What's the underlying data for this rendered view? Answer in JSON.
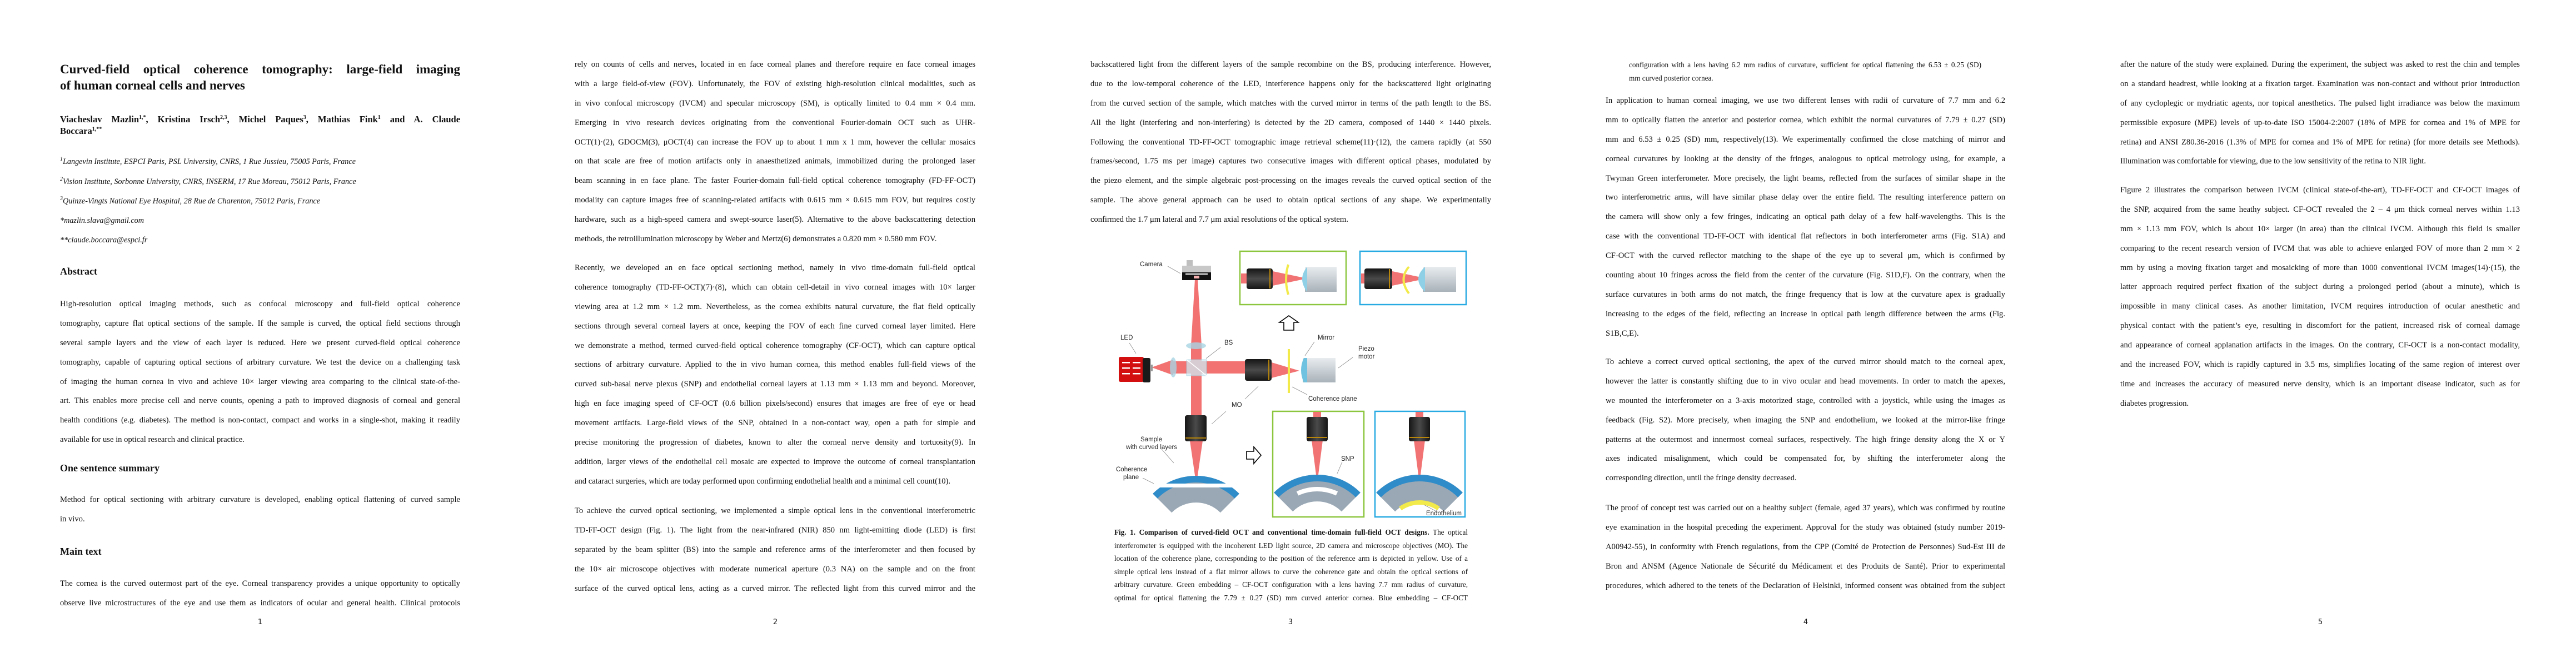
{
  "pages": {
    "p1": {
      "title": [
        "Curved-field optical coherence tomography: large-field imaging",
        "of human corneal cells and nerves"
      ],
      "authors": [
        {
          "name": "Viacheslav Mazlin",
          "sup": "1,*",
          "sep": ","
        },
        {
          "name": "Kristina Irsch",
          "sup": "2,3",
          "sep": ","
        },
        {
          "name": "Michel Paques",
          "sup": "3",
          "sep": ","
        },
        {
          "name": "Mathias Fink",
          "sup": "1",
          "sep": " and"
        },
        {
          "name": "A. Claude",
          "sup": "",
          "sep": ""
        },
        {
          "name": "Boccara",
          "sup": "1,**",
          "sep": ""
        }
      ],
      "affiliations": [
        {
          "sup": "1",
          "text": "Langevin Institute, ESPCI Paris, PSL University, CNRS, 1 Rue Jussieu, 75005 Paris, France"
        },
        {
          "sup": "2",
          "text": "Vision Institute, Sorbonne University, CNRS, INSERM, 17 Rue Moreau, 75012 Paris, France"
        },
        {
          "sup": "3",
          "text": "Quinze-Vingts National Eye Hospital, 28 Rue de Charenton, 75012 Paris, France"
        }
      ],
      "emails": [
        "*mazlin.slava@gmail.com",
        "**claude.boccara@espci.fr"
      ],
      "abstract_heading": "Abstract",
      "abstract": [
        "High-resolution optical imaging methods, such as confocal microscopy and full-field optical coherence",
        "tomography, capture flat optical sections of the sample. If the sample is curved, the optical field sections through",
        "several sample layers and the view of each layer is reduced. Here we present curved-field optical coherence",
        "tomography, capable of capturing optical sections of arbitrary curvature. We test the device on a challenging task",
        "of imaging the human cornea in vivo and achieve 10× larger viewing area comparing to the clinical state-of-the-",
        "art. This enables more precise cell and nerve counts, opening a path to improved diagnosis of corneal and general",
        "health conditions (e.g. diabetes). The method is non-contact, compact and works in a single-shot, making it readily",
        "available for use in optical research and clinical practice."
      ],
      "summary_heading": "One sentence summary",
      "summary": [
        "Method for optical sectioning with arbitrary curvature is developed, enabling optical flattening of curved sample",
        "in vivo."
      ],
      "main_heading": "Main text",
      "main": [
        "The cornea is the curved outermost part of the eye. Corneal transparency provides a unique opportunity to optically",
        "observe live microstructures of the eye and use them as indicators of ocular and general health. Clinical protocols"
      ],
      "page_number": "1"
    },
    "p2": {
      "para1": [
        "rely on counts of cells and nerves, located in en face corneal planes and therefore require en face corneal images",
        "with a large field-of-view (FOV). Unfortunately, the FOV of existing high-resolution clinical modalities, such as",
        "in vivo confocal microscopy (IVCM) and specular microscopy (SM), is optically limited to 0.4 mm × 0.4 mm.",
        "Emerging in vivo research devices originating from the conventional Fourier-domain OCT such as UHR-",
        "OCT(1)·(2), GDOCM(3), μOCT(4) can increase the FOV up to about 1 mm x 1 mm, however the cellular mosaics",
        "on that scale are free of motion artifacts only in anaesthetized animals, immobilized during the prolonged laser",
        "beam scanning in en face plane. The faster Fourier-domain full-field optical coherence tomography (FD-FF-OCT)",
        "modality can capture images free of scanning-related artifacts with 0.615 mm × 0.615 mm FOV, but requires costly",
        "hardware, such as a high-speed camera and swept-source laser(5). Alternative to the above backscattering detection",
        "methods, the retroillumination microscopy by Weber and Mertz(6) demonstrates a 0.820 mm × 0.580 mm FOV."
      ],
      "para2": [
        "Recently, we developed an en face optical sectioning method, namely in vivo time-domain full-field optical",
        "coherence tomography (TD-FF-OCT)(7)·(8), which can obtain cell-detail in vivo corneal images with 10× larger",
        "viewing area at 1.2 mm × 1.2 mm. Nevertheless, as the cornea exhibits natural curvature, the flat field optically",
        "sections through several corneal layers at once, keeping the FOV of each fine curved corneal layer limited. Here",
        "we demonstrate a method, termed curved-field optical coherence tomography (CF-OCT), which can capture optical",
        "sections of arbitrary curvature. Applied to the in vivo human cornea, this method enables full-field views of the",
        "curved sub-basal nerve plexus (SNP) and endothelial corneal layers at 1.13 mm × 1.13 mm and beyond. Moreover,",
        "high en face imaging speed of CF-OCT (0.6 billion pixels/second) ensures that images are free of eye or head",
        "movement artifacts. Large-field views of the SNP, obtained in a non-contact way, open a path for simple and",
        "precise monitoring the progression of diabetes, known to alter the corneal nerve density and tortuosity(9). In",
        "addition, larger views of the endothelial cell mosaic are expected to improve the outcome of corneal transplantation",
        "and cataract surgeries, which are today performed upon confirming endothelial health and a minimal cell count(10)."
      ],
      "para3": [
        "To achieve the curved optical sectioning, we implemented a simple optical lens in the conventional interferometric",
        "TD-FF-OCT design (Fig. 1). The light from the near-infrared (NIR) 850 nm light-emitting diode (LED) is first",
        "separated by the beam splitter (BS) into the sample and reference arms of the interferometer and then focused by",
        "the 10× air microscope objectives with moderate numerical aperture (0.3 NA) on the sample and on the front",
        "surface of the curved optical lens, acting as a curved mirror. The reflected light from this curved mirror and the"
      ],
      "page_number": "2"
    },
    "p3": {
      "para1": [
        "backscattered light from the different layers of the sample recombine on the BS, producing interference. However,",
        "due to the low-temporal coherence of the LED, interference happens only for the backscattered light originating",
        "from the curved section of the sample, which matches with the curved mirror in terms of the path length to the BS.",
        "All the light (interfering and non-interfering) is detected by the 2D camera, composed of 1440 × 1440 pixels.",
        "Following the conventional TD-FF-OCT tomographic image retrieval scheme(11)·(12), the camera rapidly (at 550",
        "frames/second, 1.75 ms per image) captures two consecutive images with different optical phases, modulated by",
        "the piezo element, and the simple algebraic post-processing on the images reveals the curved optical section of the",
        "sample. The above general approach can be used to obtain optical sections of any shape. We experimentally",
        "confirmed the 1.7 μm lateral and 7.7 μm axial resolutions of the optical system."
      ],
      "figure": {
        "labels": {
          "camera": "Camera",
          "led": "LED",
          "bs": "BS",
          "mirror": "Mirror",
          "piezo_1": "Piezo",
          "piezo_2": "motor",
          "coherence_plane": "Coherence plane",
          "mo": "MO",
          "sample_1": "Sample",
          "sample_2": "with curved layers",
          "coh_1": "Coherence",
          "coh_2": "plane",
          "snp": "SNP",
          "endothelium": "Endothelium"
        },
        "colors": {
          "green": "#8cc63f",
          "blue": "#27a9e1",
          "yellow": "#f2ea4a",
          "beam": "#f05a5a"
        }
      },
      "caption_bold": "Fig. 1. Comparison of curved-field OCT and conventional time-domain full-field OCT designs.",
      "caption_first_rest": " The optical",
      "caption": [
        "interferometer is equipped with the incoherent LED light source, 2D camera and microscope objectives (MO). The",
        "location of the coherence plane, corresponding to the position of the reference arm is depicted in yellow. Use of a",
        "simple optical lens instead of a flat mirror allows to curve the coherence gate and obtain the optical sections of",
        "arbitrary curvature. Green embedding – CF-OCT configuration with a lens having 7.7 mm radius of curvature,",
        "optimal for optical flattening the 7.79 ± 0.27 (SD) mm curved anterior cornea. Blue embedding – CF-OCT"
      ],
      "page_number": "3"
    },
    "p4": {
      "caption_cont": [
        "configuration with a lens having 6.2 mm radius of curvature, sufficient for optical flattening the 6.53 ± 0.25 (SD)",
        "mm curved posterior cornea."
      ],
      "para1": [
        "In application to human corneal imaging, we use two different lenses with radii of curvature of 7.7 mm and 6.2",
        "mm to optically flatten the anterior and posterior cornea, which exhibit the normal curvatures of 7.79 ± 0.27 (SD)",
        "mm and 6.53 ± 0.25 (SD) mm, respectively(13). We experimentally confirmed the close matching of mirror and",
        "corneal curvatures by looking at the density of the fringes, analogous to optical metrology using, for example, a",
        "Twyman Green interferometer. More precisely, the light beams, reflected from the surfaces of similar shape in the",
        "two interferometric arms, will have similar phase delay over the entire field. The resulting interference pattern on",
        "the camera will show only a few fringes, indicating an optical path delay of a few half-wavelengths. This is the",
        "case with the conventional TD-FF-OCT with identical flat reflectors in both interferometer arms (Fig. S1A) and",
        "CF-OCT with the curved reflector matching to the shape of the eye up to several μm, which is confirmed by",
        "counting about 10 fringes across the field from the center of the curvature (Fig. S1D,F). On the contrary, when the",
        "surface curvatures in both arms do not match, the fringe frequency that is low at the curvature apex is gradually",
        "increasing to the edges of the field, reflecting an increase in optical path length difference between the arms (Fig.",
        "S1B,C,E)."
      ],
      "para2": [
        "To achieve a correct curved optical sectioning, the apex of the curved mirror should match to the corneal apex,",
        "however the latter is constantly shifting due to in vivo ocular and head movements. In order to match the apexes,",
        "we mounted the interferometer on a 3-axis motorized stage, controlled with a joystick, while using the images as",
        "feedback (Fig. S2). More precisely, when imaging the SNP and endothelium, we looked at the mirror-like fringe",
        "patterns at the outermost and innermost corneal surfaces, respectively. The high fringe density along the X or Y",
        "axes indicated misalignment, which could be compensated for, by shifting the interferometer along the",
        "corresponding direction, until the fringe density decreased."
      ],
      "para3": [
        "The proof of concept test was carried out on a healthy subject (female, aged 37 years), which was confirmed by routine",
        "eye examination in the hospital preceding the experiment. Approval for the study was obtained (study number 2019-",
        "A00942-55), in conformity with French regulations, from the CPP (Comité de Protection de Personnes) Sud-Est III de",
        "Bron and ANSM (Agence Nationale de Sécurité du Médicament et des Produits de Santé). Prior to experimental",
        "procedures, which adhered to the tenets of the Declaration of Helsinki, informed consent was obtained from the subject"
      ],
      "page_number": "4"
    },
    "p5": {
      "para1": [
        "after the nature of the study were explained. During the experiment, the subject was asked to rest the chin and temples",
        "on a standard headrest, while looking at a fixation target. Examination was non-contact and without prior introduction",
        "of any cycloplegic or mydriatic agents, nor topical anesthetics. The pulsed light irradiance was below the maximum",
        "permissible exposure (MPE) levels of up-to-date ISO 15004-2:2007 (18% of MPE for cornea and 1% of MPE for",
        "retina) and ANSI Z80.36-2016 (1.3% of MPE for cornea and 1% of MPE for retina) (for more details see Methods).",
        "Illumination was comfortable for viewing, due to the low sensitivity of the retina to NIR light."
      ],
      "para2": [
        "Figure 2 illustrates the comparison between IVCM (clinical state-of-the-art), TD-FF-OCT and CF-OCT images of",
        "the SNP, acquired from the same heathy subject. CF-OCT revealed the 2 – 4 μm thick corneal nerves within 1.13",
        "mm × 1.13 mm FOV, which is about 10× larger (in area) than the clinical IVCM. Although this field is smaller",
        "comparing to the recent research version of IVCM that was able to achieve enlarged FOV of more than 2 mm × 2",
        "mm by using a moving fixation target and mosaicking of more than 1000 conventional IVCM images(14)·(15), the",
        "latter approach required perfect fixation of the subject during a prolonged period (about a minute), which is",
        "impossible in many clinical cases. As another limitation, IVCM requires introduction of ocular anesthetic and",
        "physical contact with the patient’s eye, resulting in discomfort for the patient, increased risk of corneal damage",
        "and appearance of corneal applanation artifacts in the images. On the contrary, CF-OCT is a non-contact modality,",
        "and the increased FOV, which is rapidly captured in 3.5 ms, simplifies locating of the same region of interest over",
        "time and increases the accuracy of measured nerve density, which is an important disease indicator, such as for",
        "diabetes progression."
      ],
      "page_number": "5"
    }
  }
}
